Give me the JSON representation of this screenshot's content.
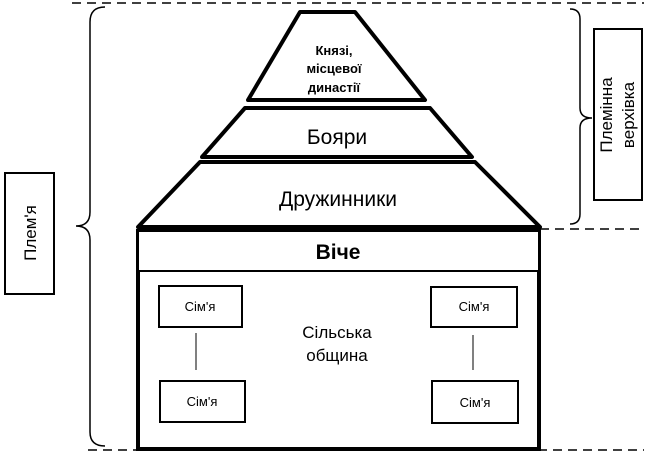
{
  "pyramid": {
    "top_line1": "Князі,",
    "top_line2": "місцевої",
    "top_line3": "династії",
    "middle": "Бояри",
    "bottom": "Дружинники"
  },
  "assembly": "Віче",
  "community": {
    "label_line1": "Сільська",
    "label_line2": "община",
    "family_top_left": "Сім'я",
    "family_top_right": "Сім'я",
    "family_bottom_left": "Сім'я",
    "family_bottom_right": "Сім'я"
  },
  "left_group": "Плем'я",
  "right_group_line1": "Племінна",
  "right_group_line2": "верхівка"
}
